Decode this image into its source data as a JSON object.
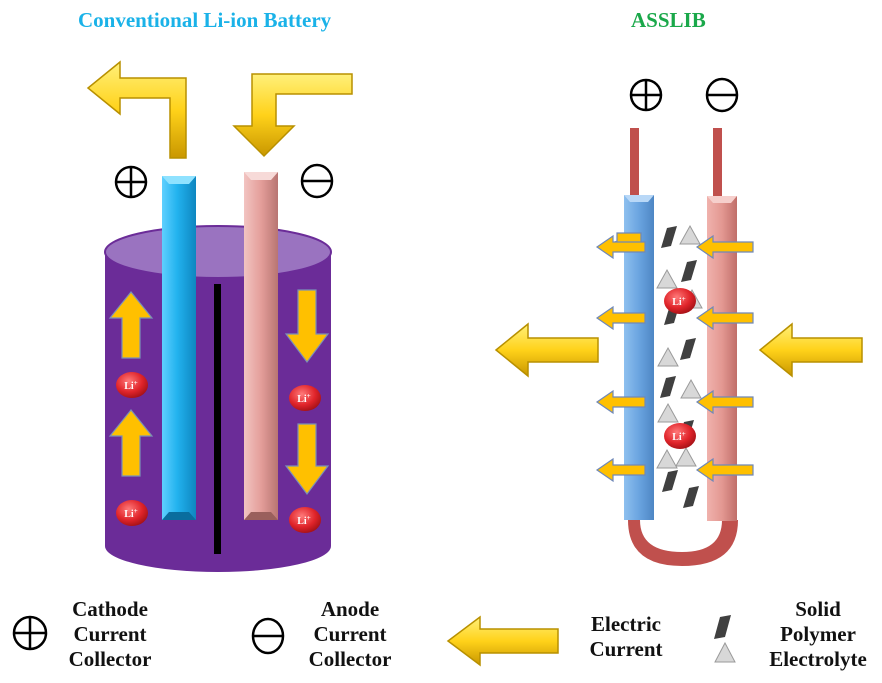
{
  "titles": {
    "conventional": "Conventional Li-ion Battery",
    "asslib": "ASSLIB"
  },
  "ion_label": "Li+",
  "legend": {
    "cathode": [
      "Cathode",
      "Current",
      "Collector"
    ],
    "anode": [
      "Anode",
      "Current",
      "Collector"
    ],
    "current": [
      "Electric",
      "Current"
    ],
    "electrolyte": [
      "Solid",
      "Polymer",
      "Electrolyte"
    ]
  },
  "colors": {
    "cathode_collector": "#29b6f2",
    "anode_collector": "#e8a19e",
    "cell_body": "#6b2c98",
    "cell_top": "#9a73c0",
    "arrow": "#ffc000",
    "ion": "#e0242a",
    "asslib_cathode": "#6aa4e0",
    "asslib_anode": "#d98080",
    "wire": "#c0504d",
    "title_left": "#1ab2e8",
    "title_right": "#1aa84a"
  }
}
